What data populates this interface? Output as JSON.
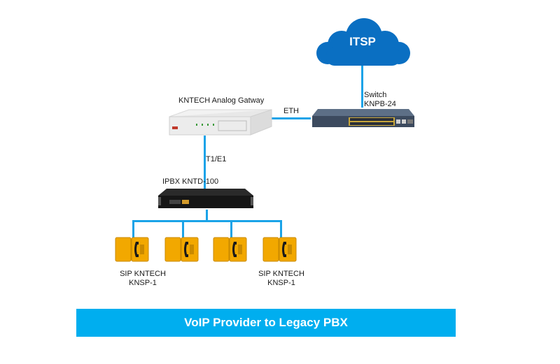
{
  "diagram": {
    "title": "VoIP Provider to Legacy PBX",
    "accent_color": "#00aeef",
    "line_color": "#1aa3e8",
    "cloud": {
      "label": "ITSP",
      "color": "#0a6fc2"
    },
    "switch": {
      "label_line1": "Switch",
      "label_line2": "KNPB-24"
    },
    "gateway": {
      "label": "KNTECH Analog Gatway"
    },
    "eth_link": {
      "label": "ETH"
    },
    "t1_link": {
      "label": "T1/E1"
    },
    "ipbx": {
      "label": "IPBX KNTD-100"
    },
    "phones": [
      {
        "label_line1": "SIP KNTECH",
        "label_line2": "KNSP-1"
      },
      {
        "label_line1": "",
        "label_line2": ""
      },
      {
        "label_line1": "",
        "label_line2": ""
      },
      {
        "label_line1": "SIP KNTECH",
        "label_line2": "KNSP-1"
      }
    ]
  }
}
